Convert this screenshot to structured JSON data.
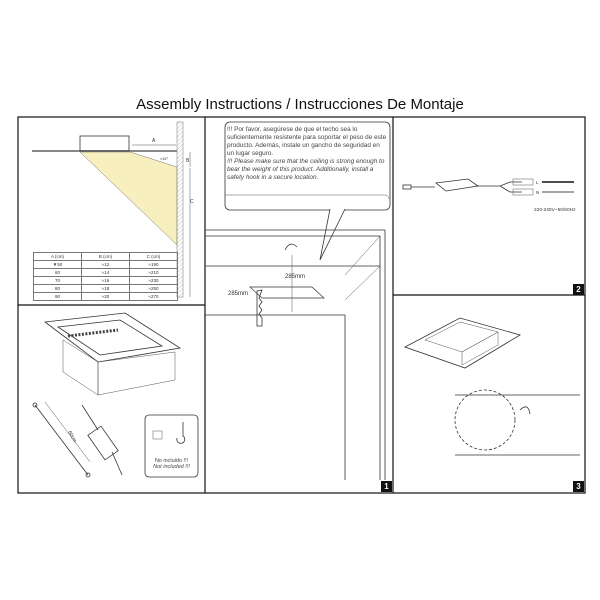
{
  "title": "Assembly Instructions / Instrucciones De Montaje",
  "panel_dimensions": {
    "label_a": "A",
    "label_b": "B",
    "label_c": "C",
    "angle": "≈15°",
    "table": {
      "headers": [
        "A (cm)",
        "B (cm)",
        "C (cm)"
      ],
      "rows": [
        [
          "▼50",
          "≈12",
          "≈190"
        ],
        [
          "60",
          "≈14",
          "≈210"
        ],
        [
          "70",
          "≈16",
          "≈230"
        ],
        [
          "80",
          "≈18",
          "≈250"
        ],
        [
          "90",
          "≈20",
          "≈270"
        ]
      ]
    }
  },
  "panel_contents": {
    "cable_length": "60cm",
    "not_included_es": "No incluido !!!",
    "not_included_en": "Not included !!!"
  },
  "step1": {
    "warning_es": "!!! Por favor, asegúrese de que el techo sea lo suficientemente resistente para soportar el peso de este producto. Además, instale un gancho de seguridad en un lugar seguro.",
    "warning_en": "!!! Please make sure that the ceiling is strong enough to bear the weight of this product. Additionally, install a safety hook in a secure location.",
    "cutout_width": "285mm",
    "cutout_depth": "285mm",
    "badge": "1"
  },
  "step2": {
    "wire_l": "L",
    "wire_n": "N",
    "voltage": "220-240V~50/60Hz",
    "badge": "2"
  },
  "step3": {
    "badge": "3"
  }
}
